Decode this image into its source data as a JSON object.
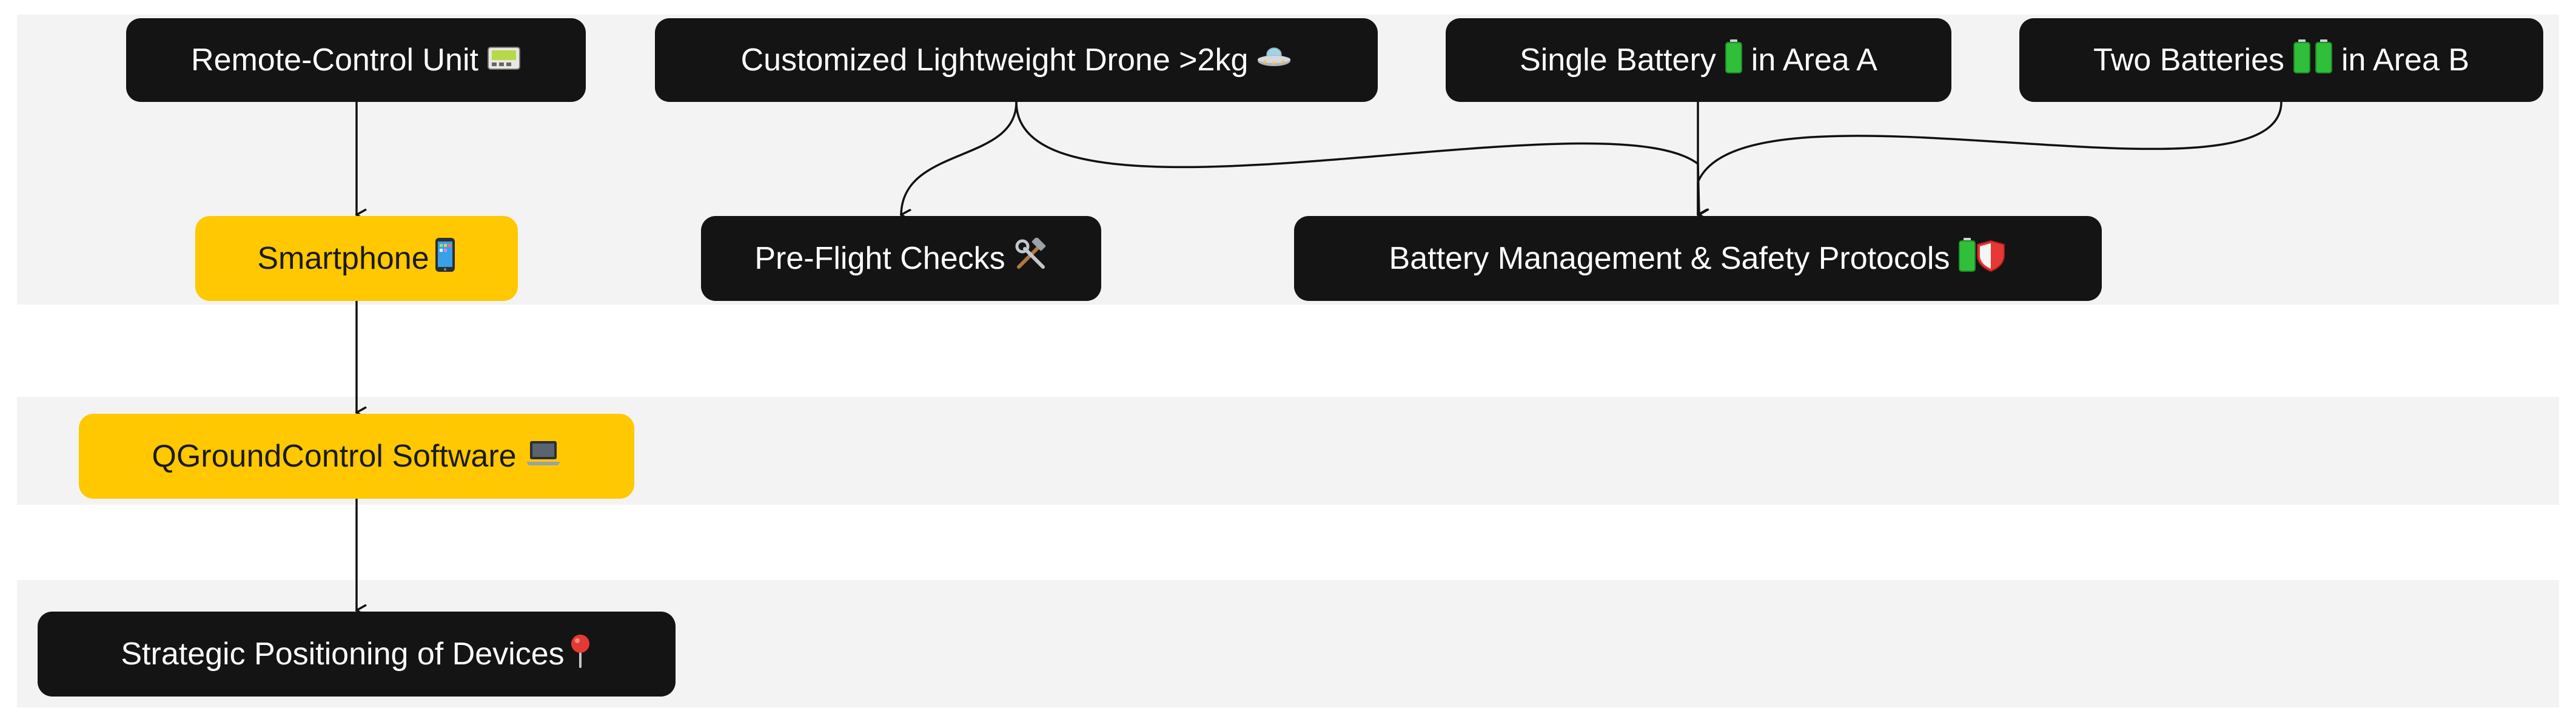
{
  "diagram": {
    "nodes": {
      "remote_control": {
        "label": "Remote-Control Unit",
        "icon": "pager-icon"
      },
      "drone": {
        "label": "Customized Lightweight Drone >2kg",
        "icon": "flying-saucer-icon"
      },
      "single_battery": {
        "label_before": "Single Battery",
        "label_after": "in Area A",
        "icon": "battery-icon"
      },
      "two_batteries": {
        "label_before": "Two Batteries",
        "label_after": "in Area B",
        "icon": "two-batteries-icon"
      },
      "smartphone": {
        "label": "Smartphone",
        "icon": "mobile-phone-icon"
      },
      "preflight": {
        "label": "Pre-Flight Checks",
        "icon": "hammer-and-wrench-icon"
      },
      "battery_mgmt": {
        "label": "Battery Management & Safety Protocols",
        "icon": "battery-and-shield-icon"
      },
      "qgc": {
        "label": "QGroundControl Software",
        "icon": "laptop-icon"
      },
      "positioning": {
        "label": "Strategic Positioning of Devices",
        "icon": "round-pushpin-icon"
      }
    },
    "edges": [
      {
        "from": "remote_control",
        "to": "smartphone"
      },
      {
        "from": "drone",
        "to": "preflight"
      },
      {
        "from": "drone",
        "to": "battery_mgmt"
      },
      {
        "from": "single_battery",
        "to": "battery_mgmt"
      },
      {
        "from": "two_batteries",
        "to": "battery_mgmt"
      },
      {
        "from": "smartphone",
        "to": "qgc"
      },
      {
        "from": "qgc",
        "to": "positioning"
      }
    ],
    "colors": {
      "dark_node": "#141414",
      "highlight_node": "#ffc800",
      "lane_background": "#f3f3f3",
      "edge": "#111111"
    }
  }
}
